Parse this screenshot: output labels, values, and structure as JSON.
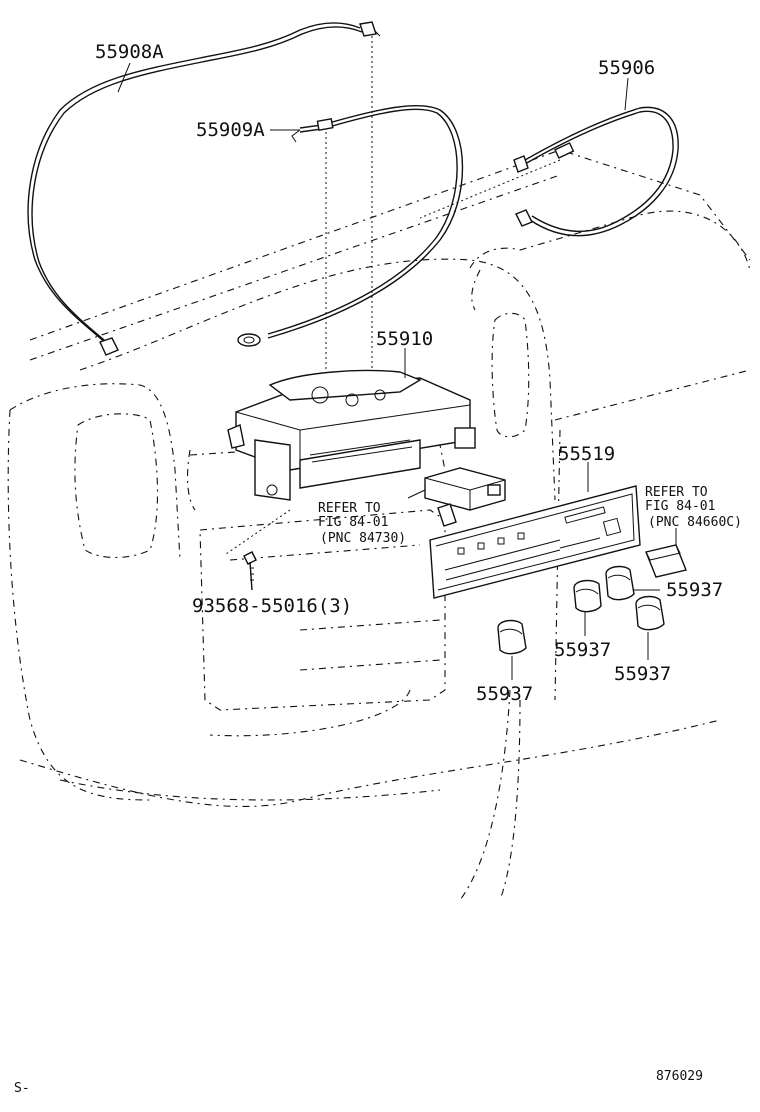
{
  "labels": {
    "cable_55908a": "55908A",
    "cable_55906": "55906",
    "cable_55909a": "55909A",
    "control_55910": "55910",
    "panel_55519": "55519",
    "refer1_line1": "REFER TO",
    "refer1_line2": "FIG 84-01",
    "refer1_line3": "(PNC 84730)",
    "refer2_line1": "REFER TO",
    "refer2_line2": "FIG 84-01",
    "refer2_line3": "(PNC 84660C)",
    "screw": "93568-55016(3)",
    "knob_a": "55937",
    "knob_b": "55937",
    "knob_c": "55937",
    "knob_d": "55937",
    "corner_left": "S-",
    "drawing_number": "876029"
  }
}
